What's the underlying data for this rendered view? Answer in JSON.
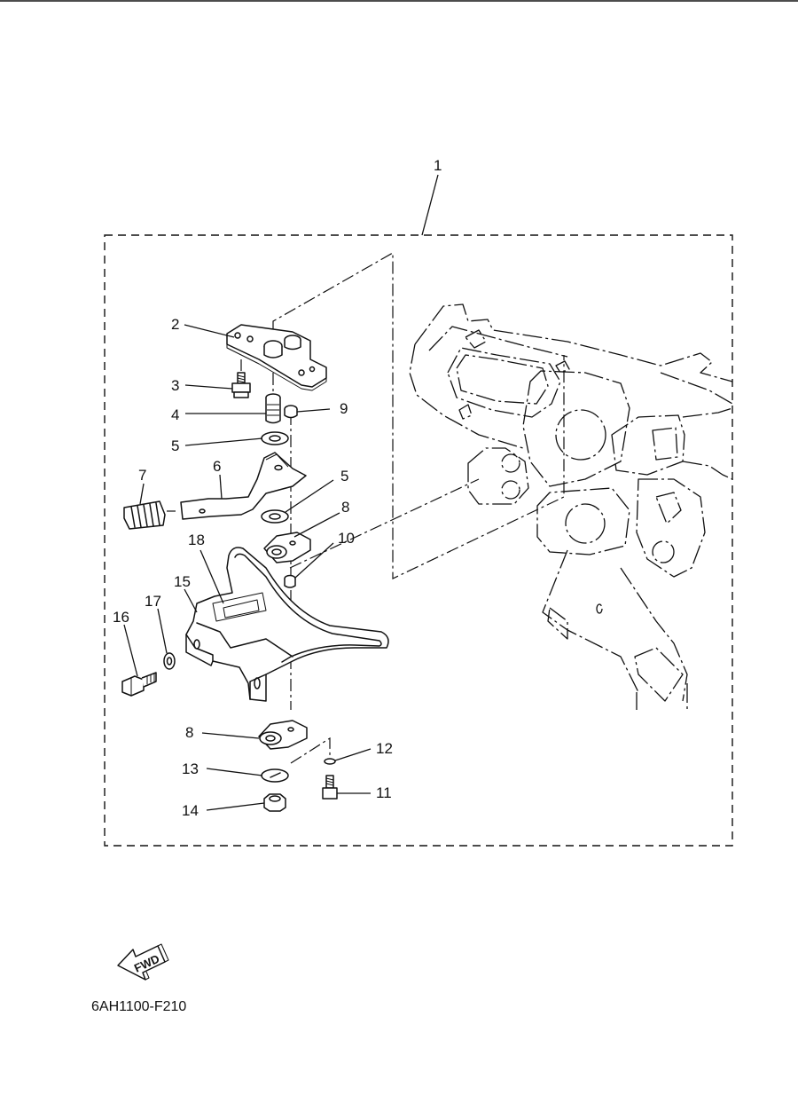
{
  "diagram": {
    "code": "6AH1100-F210",
    "fwd_label": "FWD",
    "callouts": {
      "c1": "1",
      "c2": "2",
      "c3": "3",
      "c4": "4",
      "c5a": "5",
      "c5b": "5",
      "c6": "6",
      "c7": "7",
      "c8a": "8",
      "c8b": "8",
      "c9": "9",
      "c10": "10",
      "c11": "11",
      "c12": "12",
      "c13": "13",
      "c14": "14",
      "c15": "15",
      "c16": "16",
      "c17": "17",
      "c18": "18"
    }
  }
}
